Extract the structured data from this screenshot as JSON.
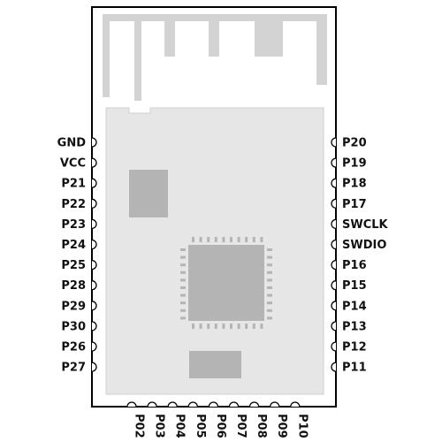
{
  "colors": {
    "outline": "#000000",
    "shield": "#e6e6e6",
    "antenna": "#d3d3d3",
    "component": "#b4b4b4",
    "pad": "#ffffff"
  },
  "pins": {
    "left": [
      "GND",
      "VCC",
      "P21",
      "P22",
      "P23",
      "P24",
      "P25",
      "P28",
      "P29",
      "P30",
      "P26",
      "P27"
    ],
    "right": [
      "P20",
      "P19",
      "P18",
      "P17",
      "SWCLK",
      "SWDIO",
      "P16",
      "P15",
      "P14",
      "P13",
      "P12",
      "P11"
    ],
    "bottom": [
      "P02",
      "P03",
      "P04",
      "P05",
      "P06",
      "P07",
      "P08",
      "P09",
      "P10"
    ]
  }
}
